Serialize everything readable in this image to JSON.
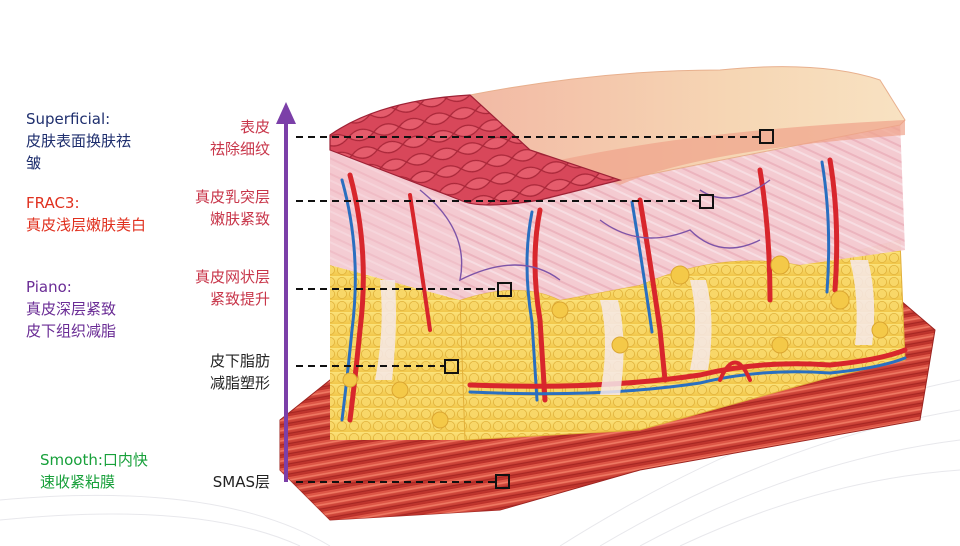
{
  "treatments": [
    {
      "text": "Superficial:\n皮肤表面换肤祛\n皱",
      "color": "#1f2f6e"
    },
    {
      "text": "FRAC3:\n真皮浅层嫩肤美白",
      "color": "#e0301e"
    },
    {
      "text": "Piano:\n真皮深层紧致\n皮下组织减脂",
      "color": "#6a2c95"
    },
    {
      "text": "Smooth:口内快\n速收紧粘膜",
      "color": "#17a03a"
    }
  ],
  "layers": [
    {
      "text": "表皮\n祛除细纹",
      "color": "#c8364a"
    },
    {
      "text": "真皮乳突层\n嫩肤紧致",
      "color": "#c8364a"
    },
    {
      "text": "真皮网状层\n紧致提升",
      "color": "#c8364a"
    },
    {
      "text": "皮下脂肪\n减脂塑形",
      "color": "#222222"
    },
    {
      "text": "SMAS层",
      "color": "#222222"
    }
  ],
  "arrow_color": "#7b3fa8"
}
